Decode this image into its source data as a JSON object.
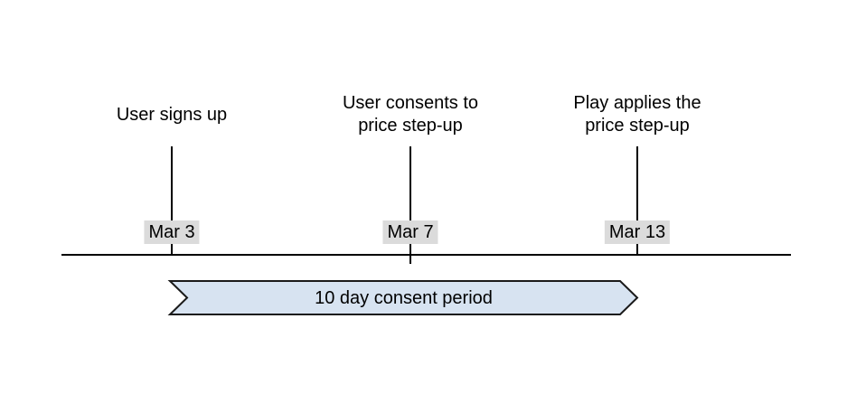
{
  "events": [
    {
      "lines": [
        "User signs up"
      ],
      "date": "Mar 3"
    },
    {
      "lines": [
        "User consents to",
        "price step-up"
      ],
      "date": "Mar 7"
    },
    {
      "lines": [
        "Play applies the",
        "price step-up"
      ],
      "date": "Mar 13"
    }
  ],
  "banner": {
    "label": "10 day consent period"
  },
  "colors": {
    "banner_fill": "#d7e3f1",
    "banner_border": "#1a1a1a",
    "date_chip_bg": "#dbdbdb",
    "line": "#000000",
    "text": "#000000",
    "background": "#ffffff"
  }
}
